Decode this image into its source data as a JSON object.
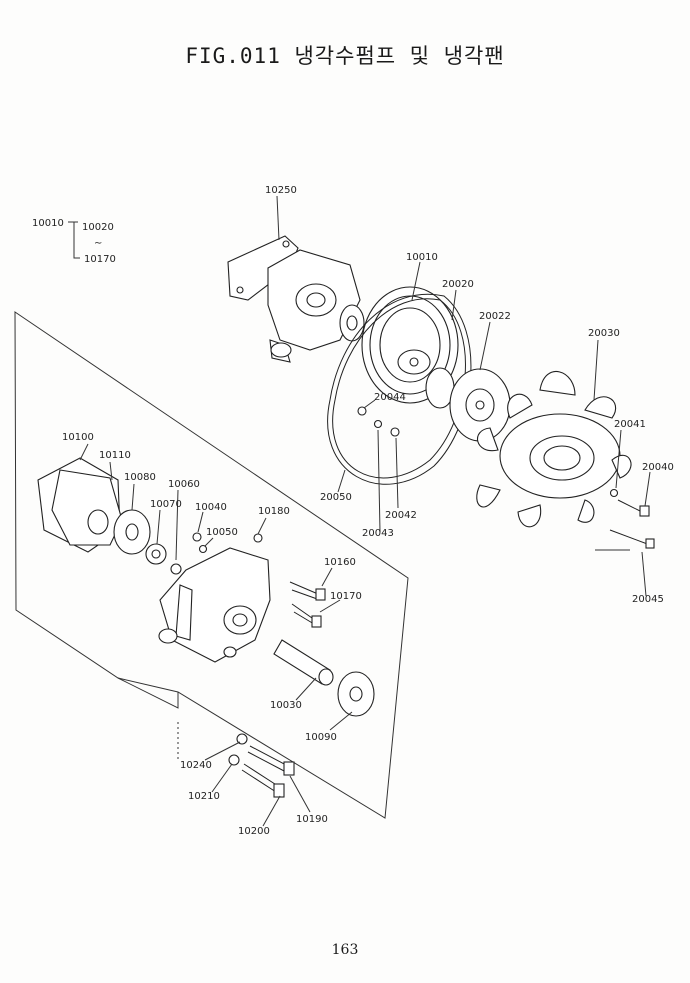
{
  "title": "FIG.011 냉각수펌프 및 냉각팬",
  "page_number": "163",
  "assembly_note": {
    "parent": "10010",
    "first": "10020",
    "sep": "∼",
    "last": "10170"
  },
  "labels": [
    {
      "id": "10250",
      "text": "10250"
    },
    {
      "id": "10010",
      "text": "10010"
    },
    {
      "id": "20020",
      "text": "20020"
    },
    {
      "id": "20022",
      "text": "20022"
    },
    {
      "id": "20030",
      "text": "20030"
    },
    {
      "id": "20044",
      "text": "20044"
    },
    {
      "id": "20041",
      "text": "20041"
    },
    {
      "id": "20040",
      "text": "20040"
    },
    {
      "id": "20050",
      "text": "20050"
    },
    {
      "id": "20042",
      "text": "20042"
    },
    {
      "id": "20043",
      "text": "20043"
    },
    {
      "id": "20045",
      "text": "20045"
    },
    {
      "id": "10100",
      "text": "10100"
    },
    {
      "id": "10110",
      "text": "10110"
    },
    {
      "id": "10080",
      "text": "10080"
    },
    {
      "id": "10060",
      "text": "10060"
    },
    {
      "id": "10070",
      "text": "10070"
    },
    {
      "id": "10040",
      "text": "10040"
    },
    {
      "id": "10050",
      "text": "10050"
    },
    {
      "id": "10180",
      "text": "10180"
    },
    {
      "id": "10160",
      "text": "10160"
    },
    {
      "id": "10170",
      "text": "10170"
    },
    {
      "id": "10030",
      "text": "10030"
    },
    {
      "id": "10090",
      "text": "10090"
    },
    {
      "id": "10240",
      "text": "10240"
    },
    {
      "id": "10210",
      "text": "10210"
    },
    {
      "id": "10190",
      "text": "10190"
    },
    {
      "id": "10200",
      "text": "10200"
    }
  ]
}
